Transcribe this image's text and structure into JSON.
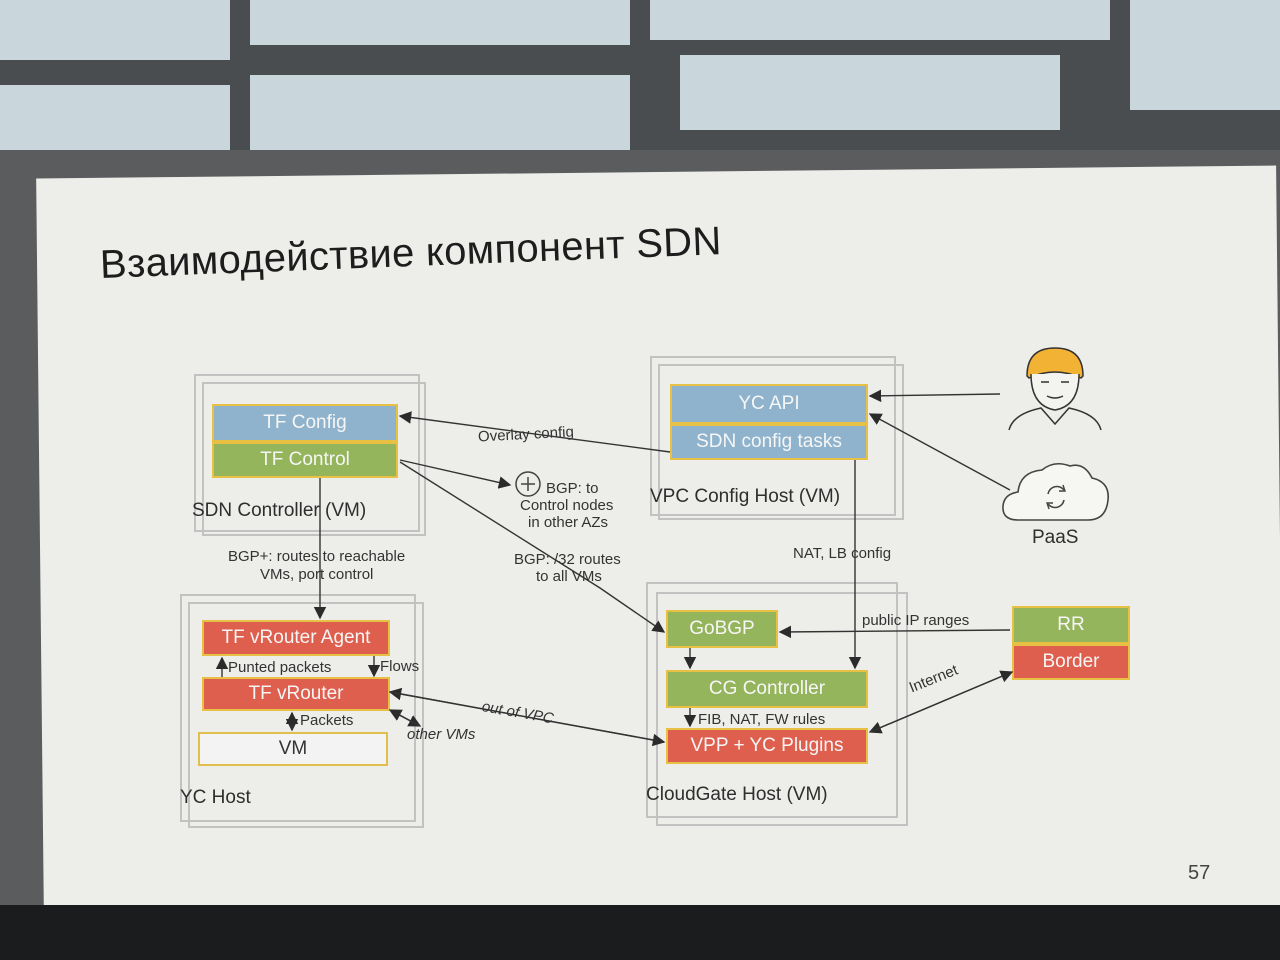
{
  "slide": {
    "title": "Взаимодействие компонент SDN",
    "page_number": "57"
  },
  "sdn_controller": {
    "tf_config": "TF Config",
    "tf_control": "TF Control",
    "frame_label": "SDN Controller (VM)"
  },
  "vpc_config_host": {
    "yc_api": "YC API",
    "sdn_config_tasks": "SDN config tasks",
    "frame_label": "VPC Config Host (VM)"
  },
  "yc_host": {
    "agent": "TF vRouter Agent",
    "vrouter": "TF vRouter",
    "vm": "VM",
    "frame_label": "YC Host"
  },
  "cloudgate_host": {
    "gobgp": "GoBGP",
    "cg_controller": "CG Controller",
    "vpp": "VPP + YC Plugins",
    "frame_label": "CloudGate Host (VM)"
  },
  "external": {
    "rr": "RR",
    "border": "Border",
    "paas": "PaaS"
  },
  "labels": {
    "overlay_config": "Overlay config",
    "bgp_to_line1": "BGP: to",
    "bgp_to_line2": "Control nodes",
    "bgp_to_line3": "in other AZs",
    "bgp_plus_line1": "BGP+: routes to reachable",
    "bgp_plus_line2": "VMs, port control",
    "bgp_32_line1": "BGP: /32 routes",
    "bgp_32_line2": "to all VMs",
    "nat_lb": "NAT, LB config",
    "public_ip": "public IP ranges",
    "internet": "Internet",
    "out_of_vpc": "out of VPC",
    "other_vms": "other VMs",
    "punted": "Punted packets",
    "flows": "Flows",
    "packets": "Packets",
    "fib": "FIB, NAT, FW rules"
  },
  "colors": {
    "blue_block": "#8fb3cc",
    "green_block": "#95b55c",
    "red_block": "#df5f4f",
    "block_border": "#e8c044",
    "person_hair": "#f2b233"
  },
  "icons": {
    "person": "person-icon",
    "cloud": "cloud-sync-icon",
    "plus": "plus-circle-icon"
  }
}
